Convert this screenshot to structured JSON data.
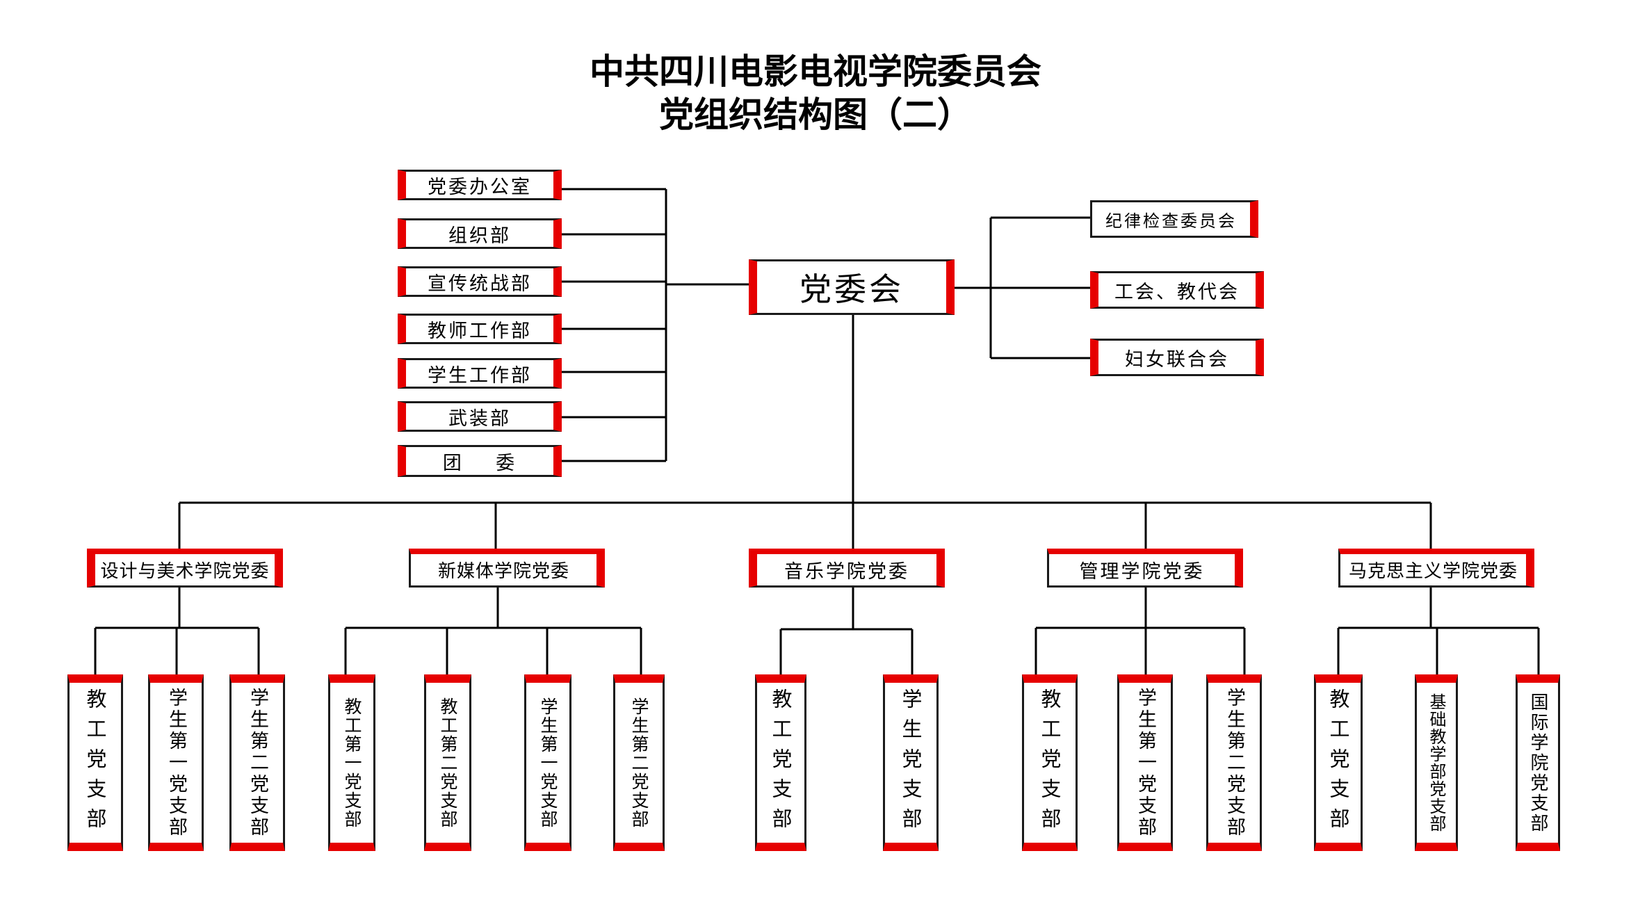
{
  "title": {
    "line1": "中共四川电影电视学院委员会",
    "line2": "党组织结构图（二）"
  },
  "center": "党委会",
  "left_departments": [
    "党委办公室",
    "组织部",
    "宣传统战部",
    "教师工作部",
    "学生工作部",
    "武装部",
    "团    委"
  ],
  "right_orgs": [
    "纪律检查委员会",
    "工会、教代会",
    "妇女联合会"
  ],
  "colleges": [
    {
      "name": "设计与美术学院党委",
      "branches": [
        "教工党支部",
        "学生第一党支部",
        "学生第二党支部"
      ]
    },
    {
      "name": "新媒体学院党委",
      "branches": [
        "教工第一党支部",
        "教工第二党支部",
        "学生第一党支部",
        "学生第二党支部"
      ]
    },
    {
      "name": "音乐学院党委",
      "branches": [
        "教工党支部",
        "学生党支部"
      ]
    },
    {
      "name": "管理学院党委",
      "branches": [
        "教工党支部",
        "学生第一党支部",
        "学生第二党支部"
      ]
    },
    {
      "name": "马克思主义学院党委",
      "branches": [
        "教工党支部",
        "基础教学部党支部",
        "国际学院党支部"
      ]
    }
  ],
  "colors": {
    "accent": "#e60000",
    "border": "#1a1a1a",
    "line": "#000000"
  }
}
